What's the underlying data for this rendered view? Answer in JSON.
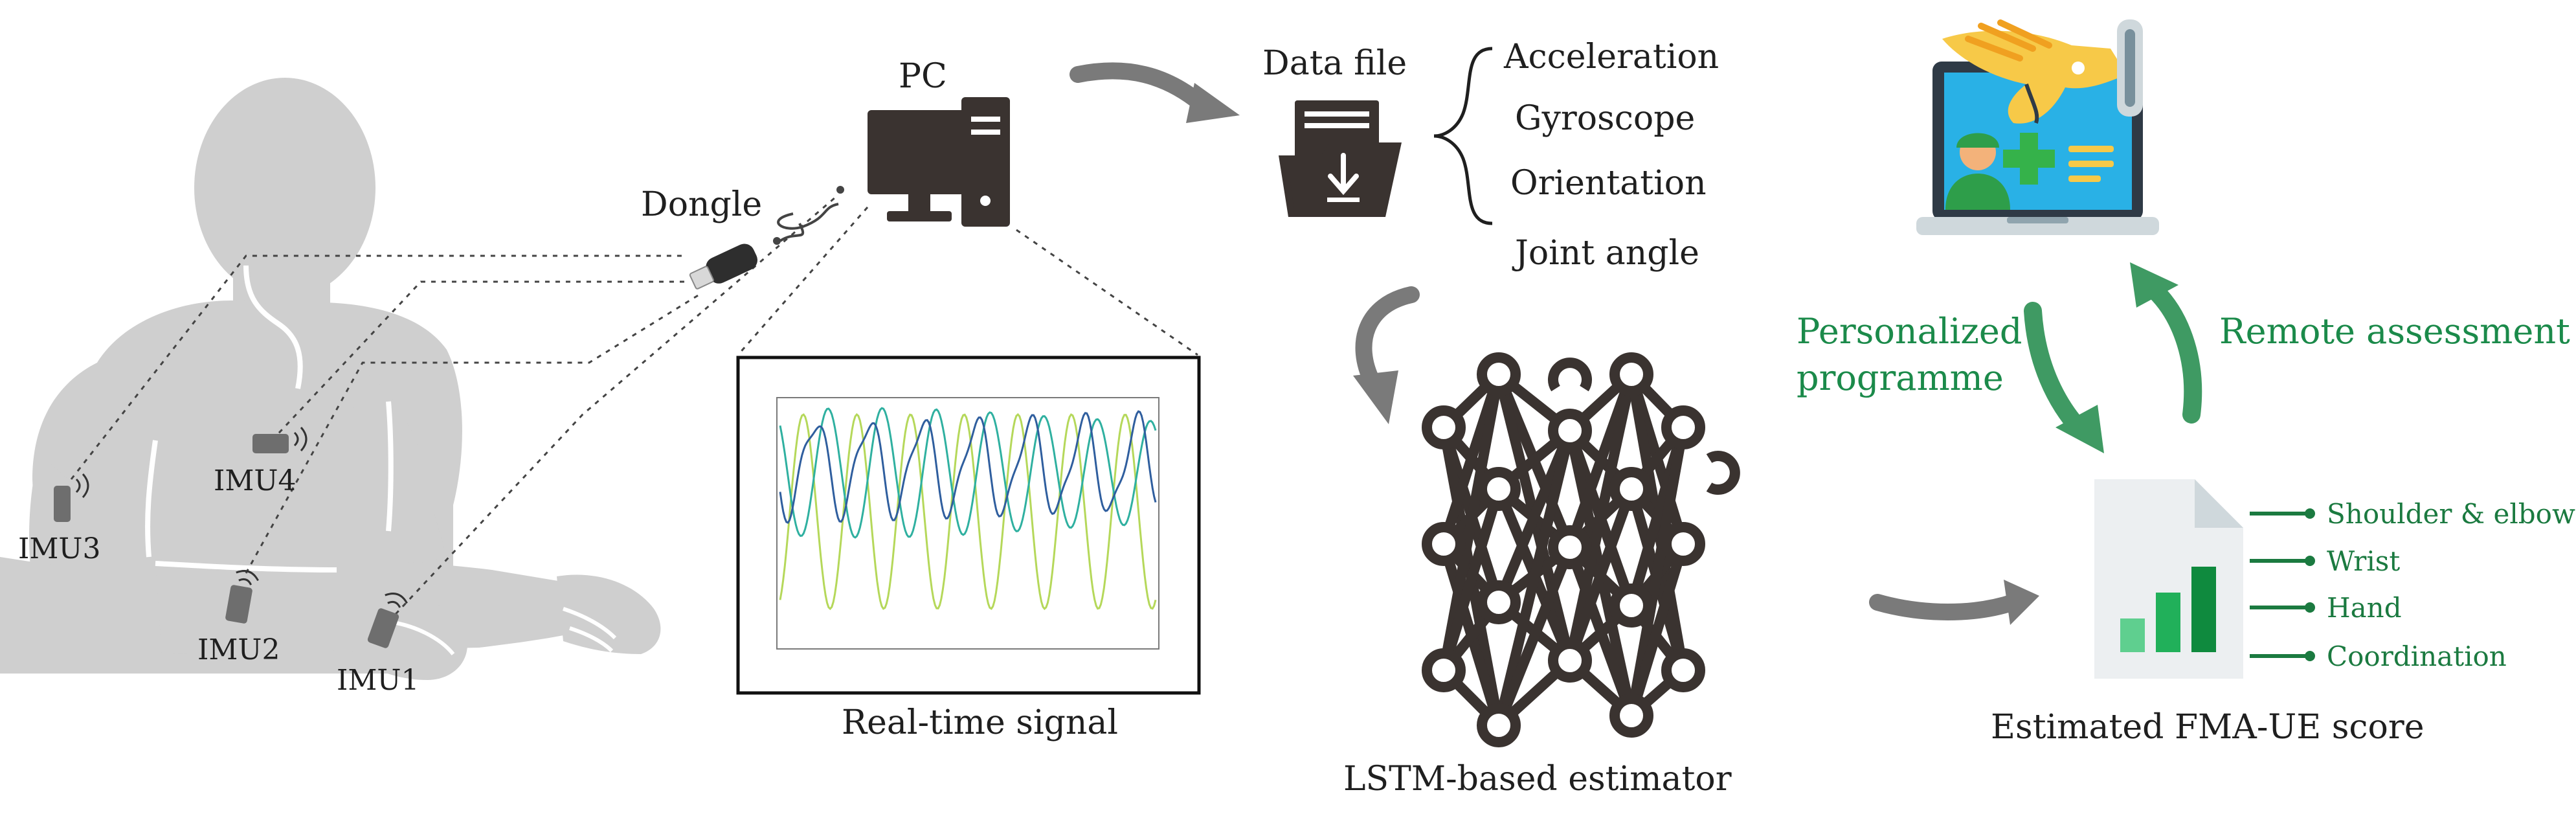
{
  "labels": {
    "pc": "PC",
    "dongle": "Dongle",
    "data_file": "Data file",
    "real_time_signal": "Real-time signal",
    "lstm": "LSTM-based estimator",
    "fma_score": "Estimated FMA-UE score",
    "personalized_1": "Personalized",
    "personalized_2": "programme",
    "remote": "Remote assessment"
  },
  "imus": [
    "IMU3",
    "IMU4",
    "IMU2",
    "IMU1"
  ],
  "data_items": [
    "Acceleration",
    "Gyroscope",
    "Orientation",
    "Joint angle"
  ],
  "score_items": [
    "Shoulder & elbow",
    "Wrist",
    "Hand",
    "Coordination"
  ],
  "colors": {
    "body": "#cfcfcf",
    "dark": "#3a3330",
    "arrow_gray": "#7a7a7a",
    "arrow_green": "#3f9a63",
    "green_text": "#1b8a4a",
    "bar_light": "#5fcf8f",
    "bar_mid": "#21b05a",
    "bar_dark": "#0f8a3e",
    "sig_blue": "#2f5e9e",
    "sig_teal": "#2fb0a0",
    "sig_lime": "#b5d85a"
  },
  "icons": {
    "pc": "desktop-computer-icon",
    "dongle": "usb-dongle-icon",
    "data_file": "download-folder-icon",
    "telemedicine": "telemedicine-laptop-icon",
    "report": "report-document-icon"
  }
}
